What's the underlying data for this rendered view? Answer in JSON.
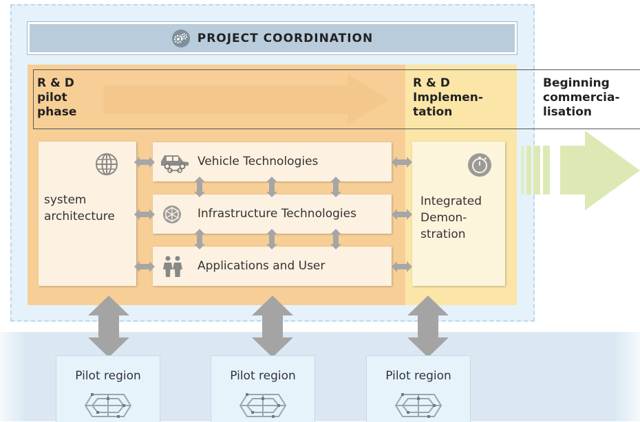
{
  "header": {
    "title": "PROJECT COORDINATION",
    "icon": "gears-icon"
  },
  "phases": {
    "pilot": [
      "R & D",
      "pilot",
      "phase"
    ],
    "implementation": [
      "R & D",
      "Implemen-",
      "tation"
    ],
    "commercialisation": [
      "Beginning",
      "commercia-",
      "lisation"
    ]
  },
  "system_architecture": {
    "lines": [
      "system",
      "architecture"
    ],
    "icon": "globe-icon"
  },
  "technologies": [
    {
      "label": "Vehicle Technologies",
      "icon": "vehicles-icon"
    },
    {
      "label": "Infrastructure Technologies",
      "icon": "network-icon"
    },
    {
      "label": "Applications and User",
      "icon": "people-icon"
    }
  ],
  "integrated_demonstration": {
    "lines": [
      "Integrated",
      "Demon-",
      "stration"
    ],
    "icon": "stopwatch-icon"
  },
  "pilot_regions": [
    {
      "label": "Pilot region",
      "icon": "road-network-icon"
    },
    {
      "label": "Pilot region",
      "icon": "road-network-icon"
    },
    {
      "label": "Pilot region",
      "icon": "road-network-icon"
    }
  ],
  "colors": {
    "pilot_zone": "#f7cf96",
    "implementation_zone": "#fbe6a8",
    "commercialisation_arrow": "#dde9b4",
    "coordination_bar": "#b9ccdb",
    "arrow": "#a6a6a6"
  }
}
